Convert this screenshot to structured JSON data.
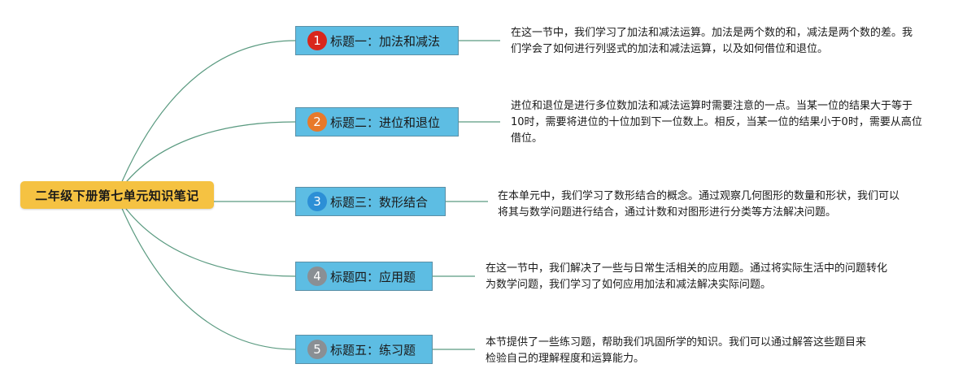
{
  "root": {
    "label": "二年级下册第七单元知识笔记",
    "color": "#f5c242"
  },
  "edge_color": "#5a9a80",
  "topics": [
    {
      "marker": "1",
      "marker_color": "#d9261c",
      "label": "标题一：加法和减法",
      "note": "在这一节中，我们学习了加法和减法运算。加法是两个数的和，减法是两个数的差。我们学会了如何进行列竖式的加法和减法运算，以及如何借位和退位。"
    },
    {
      "marker": "2",
      "marker_color": "#e8792a",
      "label": "标题二：进位和退位",
      "note": "进位和退位是进行多位数加法和减法运算时需要注意的一点。当某一位的结果大于等于10时，需要将进位的十位加到下一位数上。相反，当某一位的结果小于0时，需要从高位借位。"
    },
    {
      "marker": "3",
      "marker_color": "#2c8fd6",
      "label": "标题三：数形结合",
      "note": "在本单元中，我们学习了数形结合的概念。通过观察几何图形的数量和形状，我们可以将其与数学问题进行结合，通过计数和对图形进行分类等方法解决问题。"
    },
    {
      "marker": "4",
      "marker_color": "#8a8f94",
      "label": "标题四：应用题",
      "note": "在这一节中，我们解决了一些与日常生活相关的应用题。通过将实际生活中的问题转化为数学问题，我们学习了如何应用加法和减法解决实际问题。"
    },
    {
      "marker": "5",
      "marker_color": "#8a8f94",
      "label": "标题五：练习题",
      "note": "本节提供了一些练习题，帮助我们巩固所学的知识。我们可以通过解答这些题目来检验自己的理解程度和运算能力。"
    }
  ]
}
